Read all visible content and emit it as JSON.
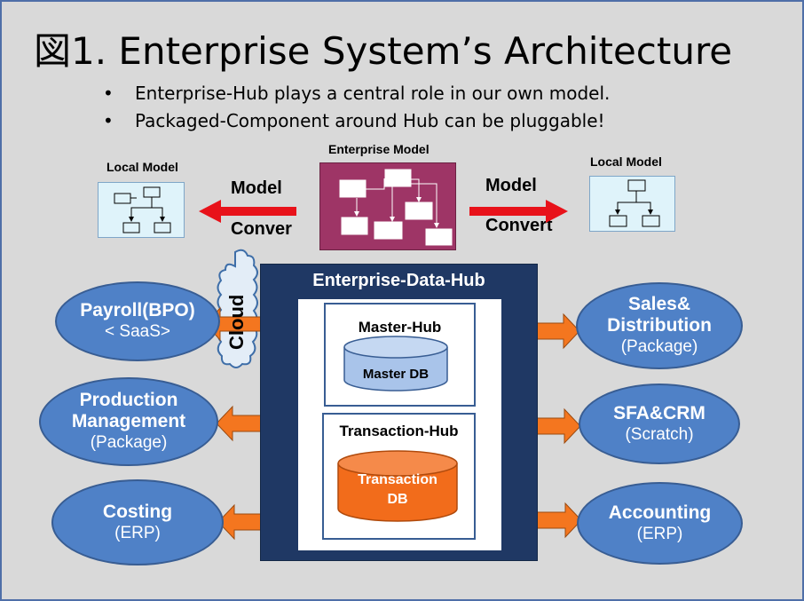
{
  "title": "図1. Enterprise System’s Architecture",
  "bullet_mark": "•",
  "bullets": [
    "Enterprise-Hub plays a central role in our own model.",
    "Packaged-Component around Hub can be pluggable!"
  ],
  "models": {
    "enterprise_label": "Enterprise Model",
    "local_left_label": "Local Model",
    "local_right_label": "Local Model",
    "left_arrow_line1": "Model",
    "left_arrow_line2": "Conver",
    "right_arrow_line1": "Model",
    "right_arrow_line2": "Convert"
  },
  "hub": {
    "title": "Enterprise-Data-Hub",
    "master_hub": "Master-Hub",
    "master_db": "Master DB",
    "transaction_hub": "Transaction-Hub",
    "transaction_db_line1": "Transaction",
    "transaction_db_line2": "DB"
  },
  "cloud_label": "Cloud",
  "left_systems": [
    {
      "name": "Payroll(BPO)",
      "sub": "< SaaS>"
    },
    {
      "name": "Production Management",
      "sub": "(Package)"
    },
    {
      "name": "Costing",
      "sub": "(ERP)"
    }
  ],
  "right_systems": [
    {
      "name": "Sales& Distribution",
      "sub": "(Package)"
    },
    {
      "name": "SFA&CRM",
      "sub": "(Scratch)"
    },
    {
      "name": "Accounting",
      "sub": "(ERP)"
    }
  ],
  "colors": {
    "background": "#d9d9d9",
    "hub": "#1f3864",
    "ellipse": "#4f81c7",
    "enterprise_model": "#9e3566",
    "transaction_db": "#f26c1b",
    "master_db": "#a9c4ea",
    "arrow_orange": "#f4761f",
    "arrow_red": "#e8121a"
  }
}
